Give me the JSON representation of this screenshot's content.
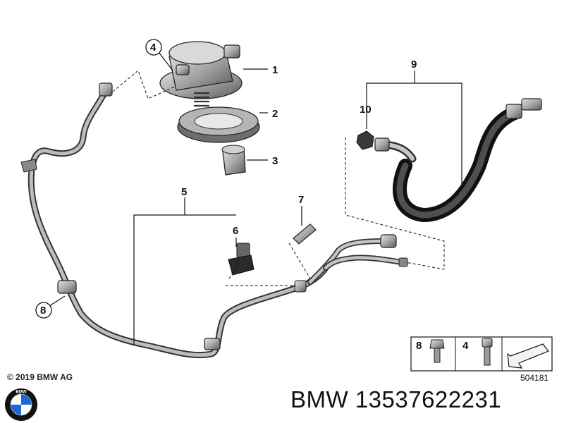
{
  "callouts": {
    "c1": "1",
    "c2": "2",
    "c3": "3",
    "c4": "4",
    "c5": "5",
    "c6": "6",
    "c7": "7",
    "c8": "8",
    "c9": "9",
    "c10": "10"
  },
  "legend": {
    "item_a": "8",
    "item_b": "4",
    "ref_number": "504181"
  },
  "footer": {
    "copyright": "© 2019 BMW AG",
    "part_number": "BMW 13537622231",
    "logo_text": "BMW"
  },
  "colors": {
    "line": "#222222",
    "hose": "#2a2a2a",
    "metal": "#9a9a9a",
    "metal_dark": "#555555"
  }
}
